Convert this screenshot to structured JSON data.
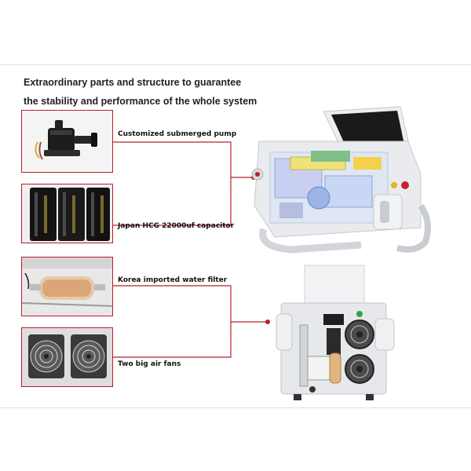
{
  "headline": {
    "line1": "Extraordinary parts and structure to guarantee",
    "line2": "the stability and performance of the whole system"
  },
  "components": [
    {
      "label": "Customized submerged pump",
      "icon": "pump-icon"
    },
    {
      "label": "Japan HCG 22000uf capacitor",
      "icon": "capacitor-icon"
    },
    {
      "label": "Korea imported water filter",
      "icon": "water-filter-icon"
    },
    {
      "label": "Two big air fans",
      "icon": "fan-icon"
    }
  ],
  "colors": {
    "accent": "#b8202b",
    "machine_body": "#e9ebee",
    "screen": "#1a1a1a"
  }
}
